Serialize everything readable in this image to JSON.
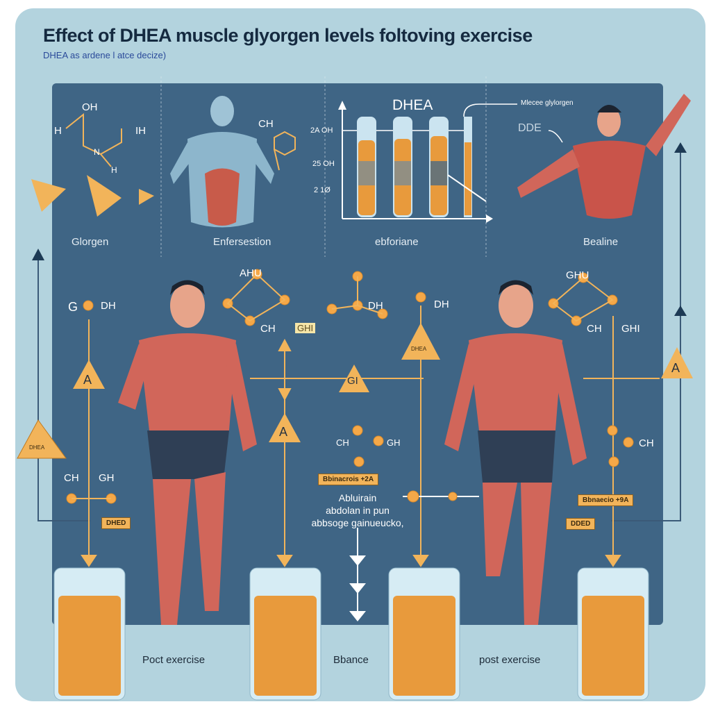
{
  "header": {
    "title": "Effect of DHEA muscle glyorgen  levels foltoving exercise",
    "subtitle": "DHEA as ardene l atce decize)"
  },
  "sections": [
    "Glorgen",
    "Enfersestion",
    "ebforiane",
    "Bealine"
  ],
  "chart": {
    "title": "DHEA",
    "callout": "Mlecee glylorgen",
    "ticks": [
      "2A OH",
      "25 OH",
      "2 1Ø"
    ],
    "dde": "DDE"
  },
  "molecules": {
    "m1": [
      "OH",
      "H",
      "IH",
      "N",
      "H"
    ],
    "m2": "CH",
    "m3": [
      "AHU",
      "DH",
      "CH",
      "GHI"
    ],
    "m4": [
      "DH",
      "GI"
    ],
    "m5": [
      "DH"
    ],
    "m6": [
      "GHU",
      "CH",
      "GHI"
    ],
    "m7": [
      "G",
      "DH"
    ],
    "m8": [
      "CH",
      "GH"
    ],
    "m9": [
      "CH",
      "GH"
    ],
    "m10": [
      "CH"
    ]
  },
  "badges": {
    "a_letter": "A",
    "g_letter": "GI",
    "small_tri": "DHEA",
    "left_tri": "DHEA"
  },
  "tags": {
    "t1": "DHED",
    "t2": "Bbinacrois +2A",
    "t3": "Bbnaecio +9A",
    "t4": "DDED"
  },
  "caption": [
    "Abluirain",
    "abdolan in pun",
    "abbsoge gainueucko,"
  ],
  "bottom": [
    "Poct exercise",
    "Bbance",
    "post exercise"
  ],
  "colors": {
    "panel": "#3f6585",
    "card": "#b3d3de",
    "accent": "#f2b45a",
    "glycogen": "#e89a3c"
  }
}
